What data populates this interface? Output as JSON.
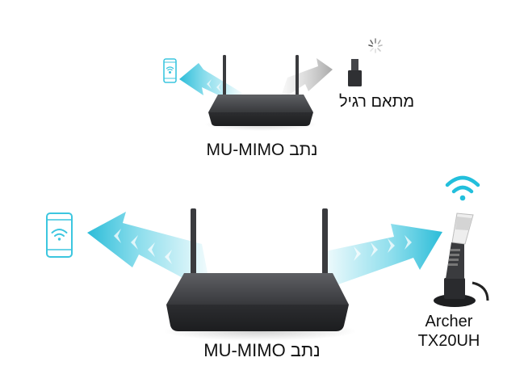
{
  "top_scene": {
    "caption": "נתב MU-MIMO",
    "adapter_label": "מתאם רגיל"
  },
  "bottom_scene": {
    "caption": "נתב MU-MIMO",
    "adapter_label_line1": "Archer",
    "adapter_label_line2": "TX20UH"
  },
  "colors": {
    "accent_cyan": "#3cc6df",
    "beam_gray": "#c4c4c4",
    "router_body": "#3a3b3e",
    "router_top": "#55575b"
  },
  "icons": [
    "phone-icon",
    "wifi-icon",
    "usb-adapter-icon",
    "loading-spinner-icon",
    "router-icon",
    "arrow-icon"
  ]
}
